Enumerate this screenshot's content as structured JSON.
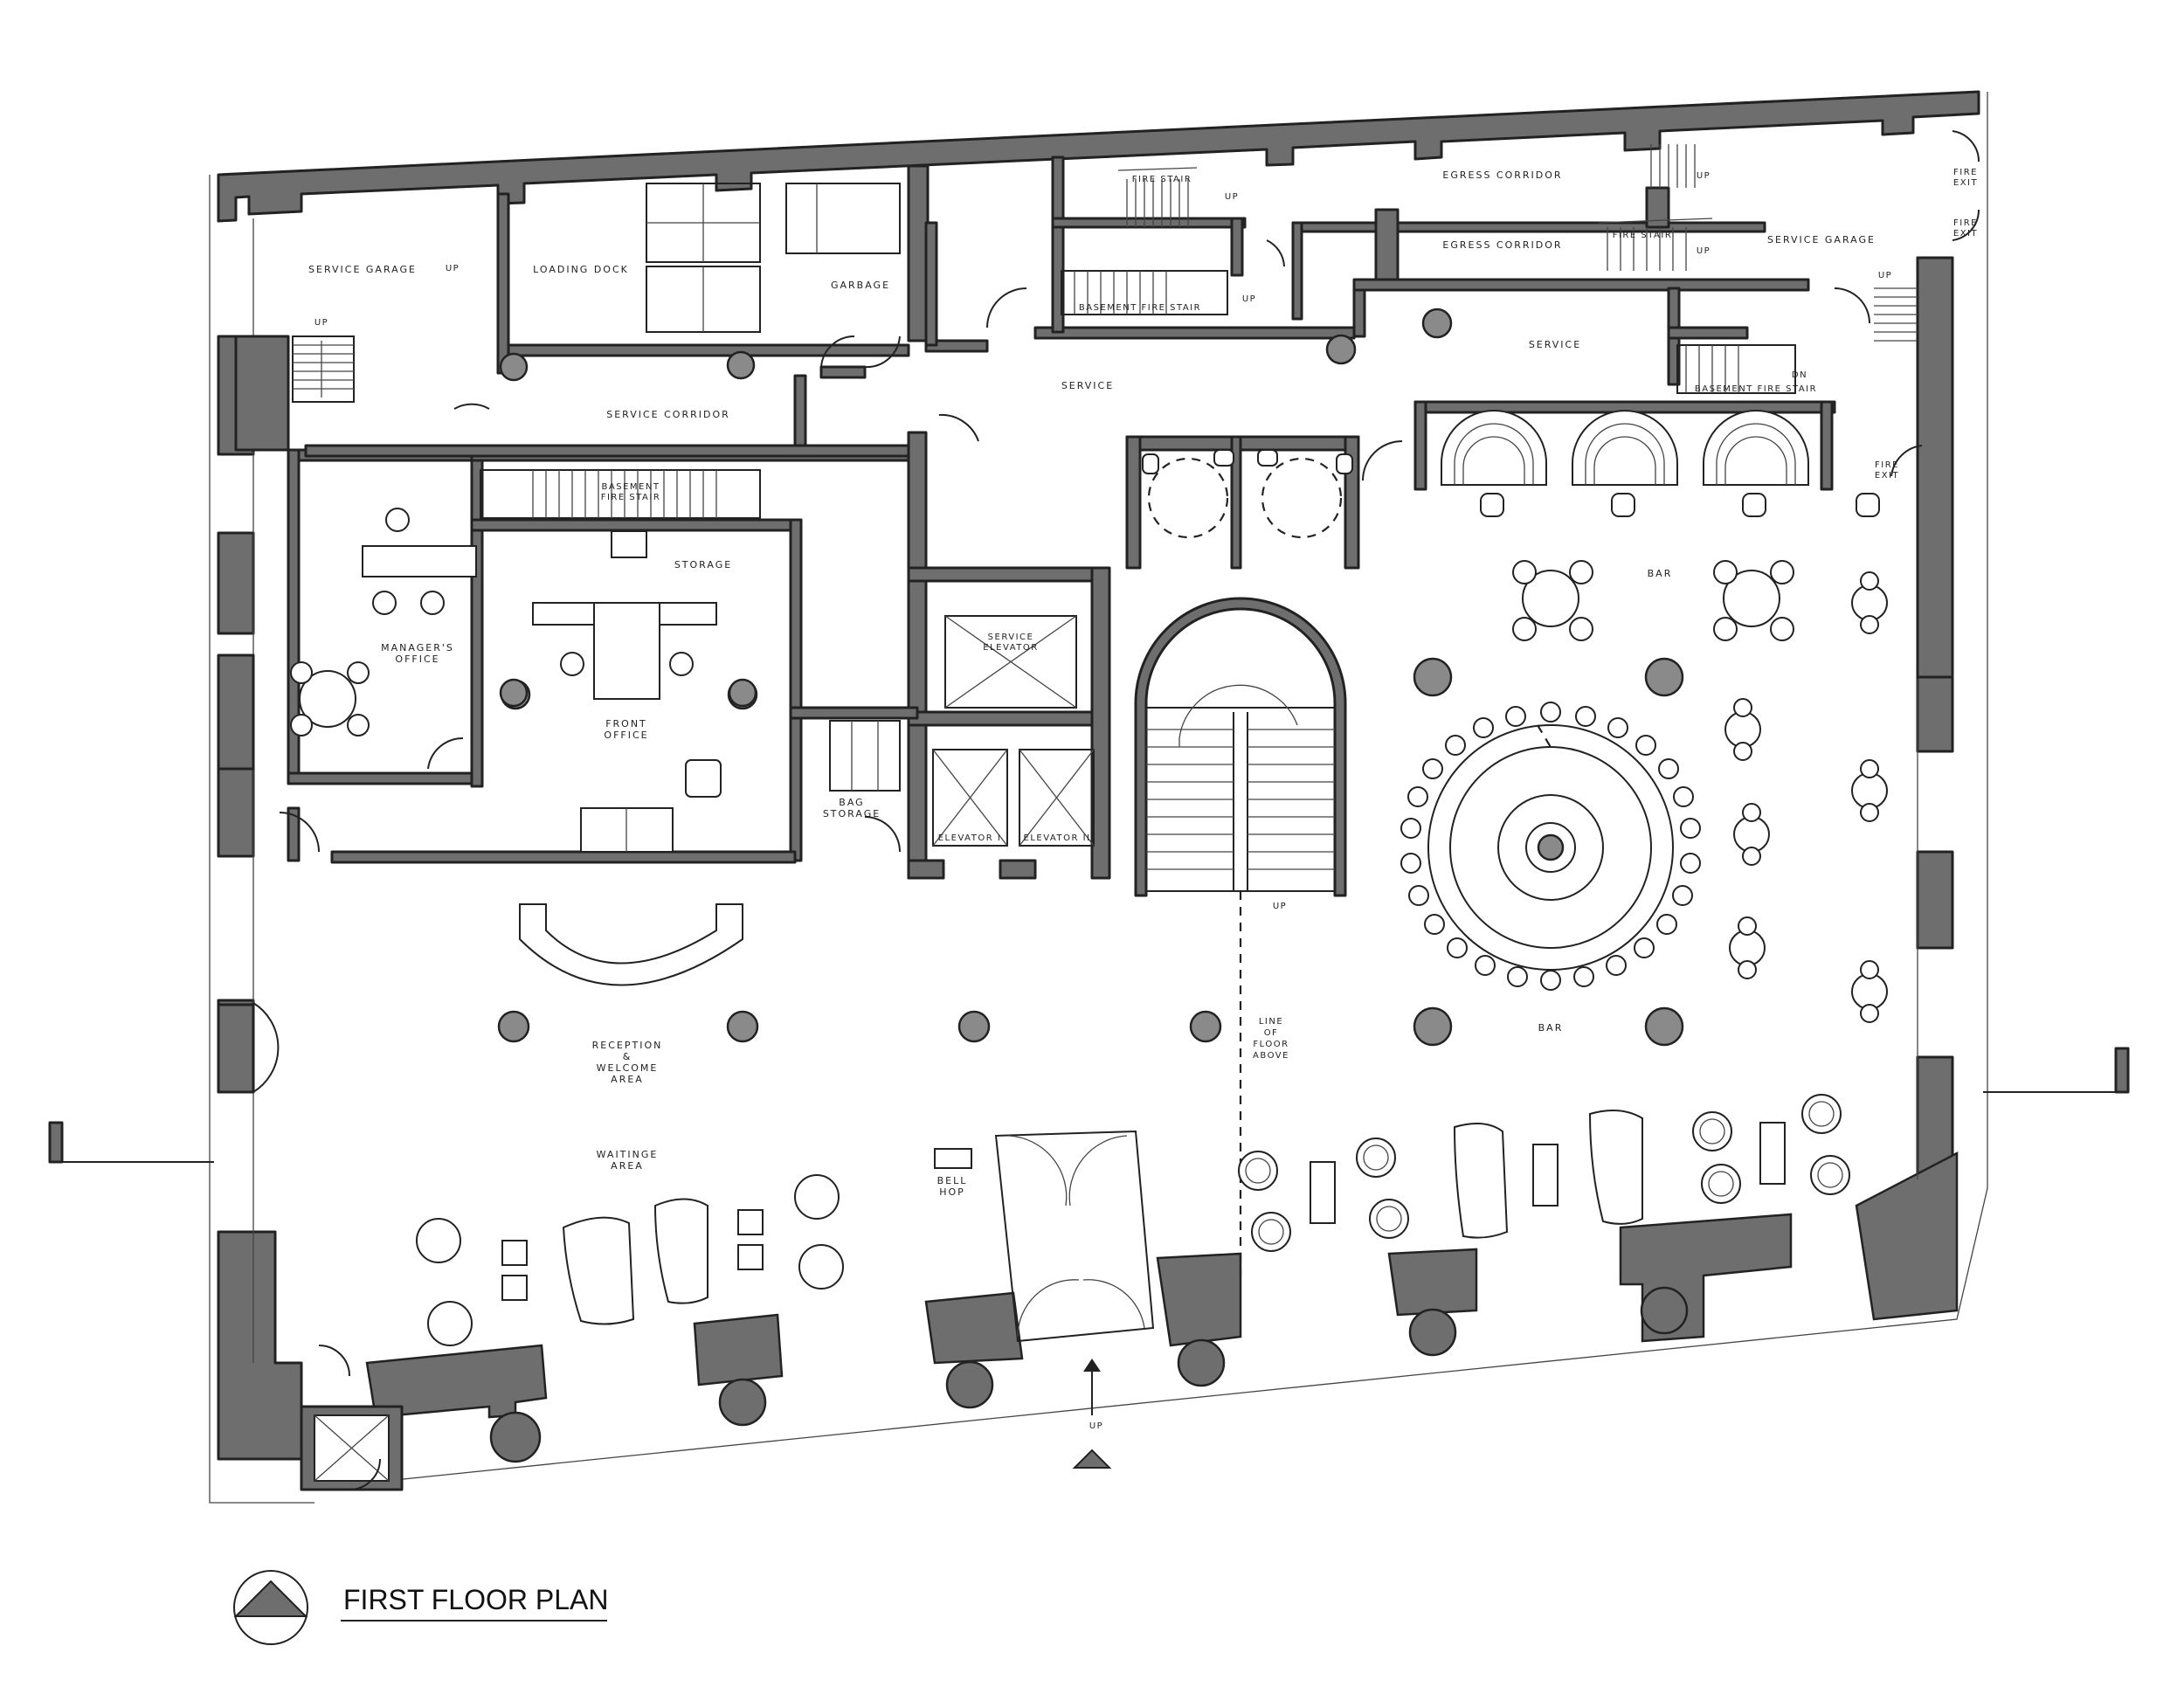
{
  "drawing": {
    "title": "FIRST FLOOR PLAN"
  },
  "labels": {
    "service_garage_left": "SERVICE GARAGE",
    "up_garage": "UP",
    "loading_dock": "LOADING DOCK",
    "garbage": "GARBAGE",
    "up_stair_left": "UP",
    "service_corridor": "SERVICE CORRIDOR",
    "basement_fire_stair_1": [
      "BASEMENT",
      "FIRE STAIR"
    ],
    "storage": "STORAGE",
    "managers_office": [
      "MANAGER'S",
      "OFFICE"
    ],
    "front_office": [
      "FRONT",
      "OFFICE"
    ],
    "bag_storage": [
      "BAG",
      "STORAGE"
    ],
    "service_mid": "SERVICE",
    "service_elevator": [
      "SERVICE",
      "ELEVATOR"
    ],
    "elevator_1": "ELEVATOR I",
    "elevator_2": "ELEVATOR II",
    "fire_stair_1": "FIRE STAIR",
    "up_fire_stair_1": "UP",
    "basement_fire_stair_2": "BASEMENT FIRE STAIR",
    "up_basement_2": "UP",
    "egress_corridor_1": "EGRESS CORRIDOR",
    "up_egress": "UP",
    "egress_corridor_2": "EGRESS CORRIDOR",
    "fire_stair_2": "FIRE STAIR",
    "up_fire_stair_2": "UP",
    "service_garage_right": "SERVICE GARAGE",
    "service_right": "SERVICE",
    "basement_fire_stair_3": "BASEMENT FIRE STAIR",
    "dn": "DN",
    "up_right": "UP",
    "fire_exit_1": [
      "FIRE",
      "EXIT"
    ],
    "fire_exit_2": [
      "FIRE",
      "EXIT"
    ],
    "fire_exit_3": [
      "FIRE",
      "EXIT"
    ],
    "bar_top": "BAR",
    "bar_bottom": "BAR",
    "up_main_stair": "UP",
    "line_of_floor_above": [
      "LINE",
      "OF",
      "FLOOR",
      "ABOVE"
    ],
    "reception": [
      "RECEPTION",
      "&",
      "WELCOME",
      "AREA"
    ],
    "waiting_area": [
      "WAITINGE",
      "AREA"
    ],
    "bell_hop": [
      "BELL",
      "HOP"
    ],
    "up_entry": "UP"
  },
  "colors": {
    "wall_fill": "#6e6e6e",
    "column_fill": "#8a8a8a",
    "line": "#222222",
    "background": "#ffffff"
  }
}
